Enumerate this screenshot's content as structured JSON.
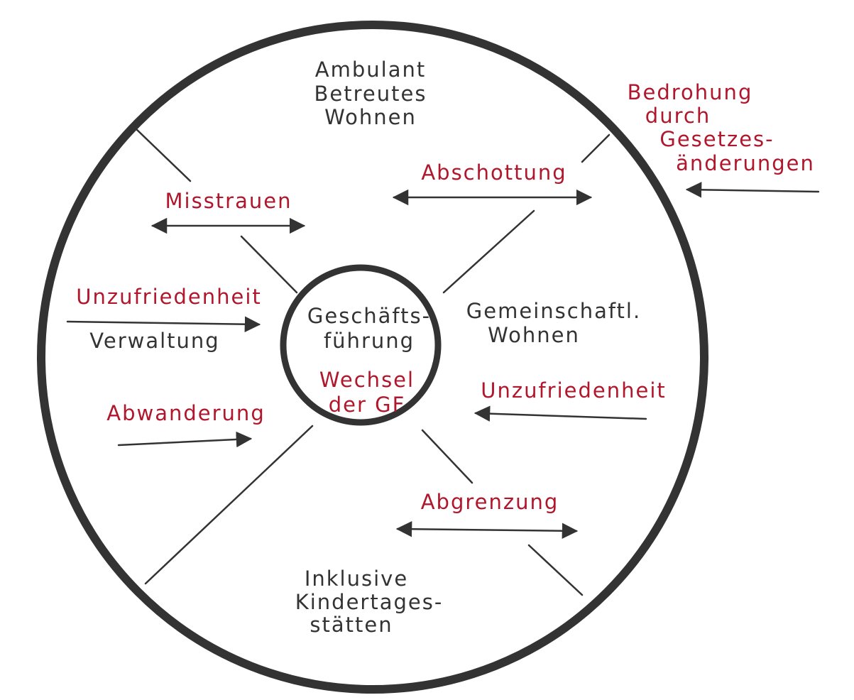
{
  "colors": {
    "ink": "#333333",
    "accent": "#b0172c"
  },
  "center": {
    "line1": "Geschäfts-",
    "line2": "führung",
    "change1": "Wechsel",
    "change2": "der GF"
  },
  "segments": {
    "top": [
      "Ambulant",
      "Betreutes",
      "Wohnen"
    ],
    "right": [
      "Gemeinschaftl.",
      "Wohnen"
    ],
    "bottom": [
      "Inklusive",
      "Kindertages-",
      "stätten"
    ],
    "left": "Verwaltung"
  },
  "relations": {
    "misstrauen": "Misstrauen",
    "abschottung": "Abschottung",
    "abgrenzung": "Abgrenzung",
    "unzufriedenheit_left": "Unzufriedenheit",
    "unzufriedenheit_right": "Unzufriedenheit",
    "abwanderung": "Abwanderung"
  },
  "external": [
    "Bedrohung",
    "durch",
    "Gesetzes-",
    "änderungen"
  ]
}
